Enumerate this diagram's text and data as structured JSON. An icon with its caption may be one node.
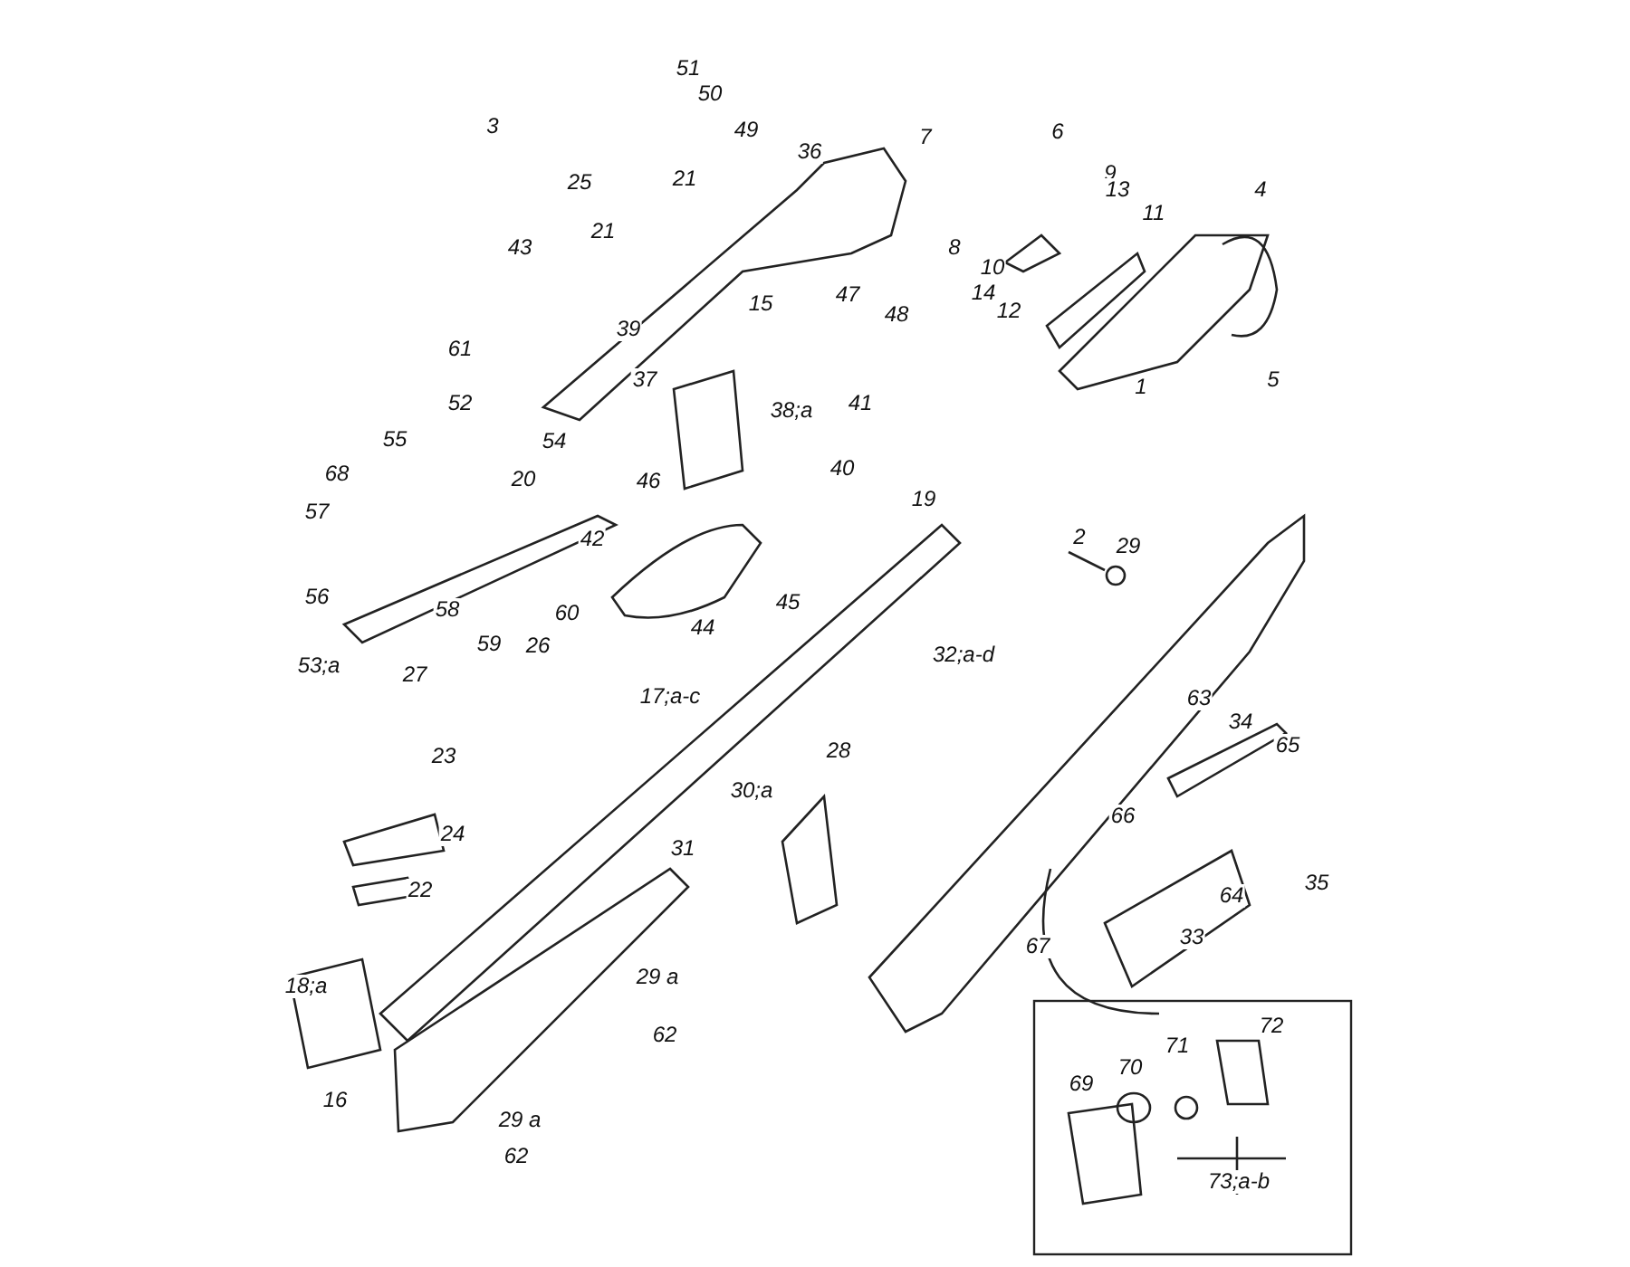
{
  "diagram": {
    "labels": [
      "51",
      "50",
      "3",
      "49",
      "36",
      "7",
      "6",
      "25",
      "21",
      "9",
      "4",
      "13",
      "43",
      "21",
      "11",
      "8",
      "10",
      "15",
      "47",
      "14",
      "48",
      "12",
      "39",
      "5",
      "1",
      "61",
      "37",
      "41",
      "38;a",
      "52",
      "54",
      "55",
      "46",
      "40",
      "68",
      "20",
      "57",
      "42",
      "19",
      "2",
      "29",
      "45",
      "56",
      "60",
      "58",
      "44",
      "59",
      "26",
      "53;a",
      "27",
      "32;a-d",
      "17;a-c",
      "63",
      "34",
      "28",
      "65",
      "23",
      "30;a",
      "66",
      "24",
      "35",
      "22",
      "64",
      "31",
      "33",
      "67",
      "29 a",
      "18;a",
      "62",
      "16",
      "72",
      "71",
      "70",
      "69",
      "29 a",
      "62",
      "73;a-b"
    ]
  }
}
